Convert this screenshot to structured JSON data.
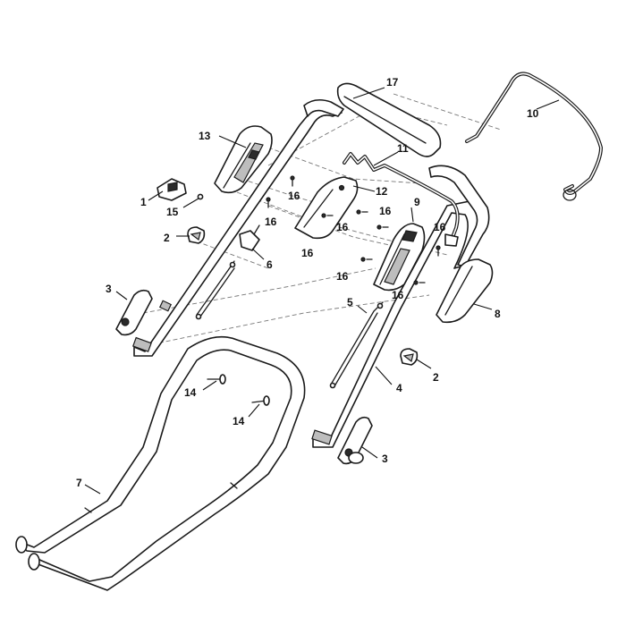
{
  "callouts": {
    "c1": "1",
    "c2a": "2",
    "c2b": "2",
    "c3a": "3",
    "c3b": "3",
    "c4": "4",
    "c5": "5",
    "c6": "6",
    "c7": "7",
    "c8": "8",
    "c9": "9",
    "c10": "10",
    "c11": "11",
    "c12": "12",
    "c13": "13",
    "c14a": "14",
    "c14b": "14",
    "c15": "15",
    "c16a": "16",
    "c16b": "16",
    "c16c": "16",
    "c16d": "16",
    "c16e": "16",
    "c16f": "16",
    "c16g": "16",
    "c16h": "16",
    "c17": "17"
  }
}
